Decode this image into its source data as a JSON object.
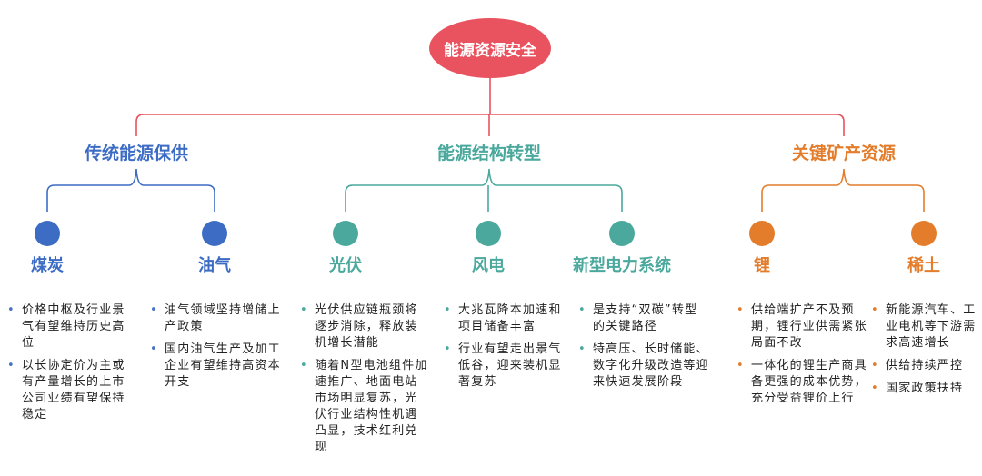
{
  "colors": {
    "root": "#e8535f",
    "blue": "#3d6cc4",
    "teal": "#4aa89c",
    "orange": "#e37d2c"
  },
  "root": {
    "label": "能源资源安全"
  },
  "categories": [
    {
      "label": "传统能源保供",
      "color": "blue",
      "items": [
        {
          "label": "煤炭",
          "bullets": [
            "价格中枢及行业景气有望维持历史高位",
            "以长协定价为主或有产量增长的上市公司业绩有望保持稳定"
          ]
        },
        {
          "label": "油气",
          "bullets": [
            "油气领域坚持增储上产政策",
            "国内油气生产及加工企业有望维持高资本开支"
          ]
        }
      ]
    },
    {
      "label": "能源结构转型",
      "color": "teal",
      "items": [
        {
          "label": "光伏",
          "bullets": [
            "光伏供应链瓶颈将逐步消除，释放装机增长潜能",
            "随着N型电池组件加速推广、地面电站市场明显复苏，光伏行业结构性机遇凸显，技术红利兑现"
          ]
        },
        {
          "label": "风电",
          "bullets": [
            "大兆瓦降本加速和项目储备丰富",
            "行业有望走出景气低谷，迎来装机显著复苏"
          ]
        },
        {
          "label": "新型电力系统",
          "bullets": [
            "是支持“双碳”转型的关键路径",
            "特高压、长时储能、数字化升级改造等迎来快速发展阶段"
          ]
        }
      ]
    },
    {
      "label": "关键矿产资源",
      "color": "orange",
      "items": [
        {
          "label": "锂",
          "bullets": [
            "供给端扩产不及预期，锂行业供需紧张局面不改",
            "一体化的锂生产商具备更强的成本优势，充分受益锂价上行"
          ]
        },
        {
          "label": "稀土",
          "bullets": [
            "新能源汽车、工业电机等下游需求高速增长",
            "供给持续严控",
            "国家政策扶持"
          ]
        }
      ]
    }
  ]
}
